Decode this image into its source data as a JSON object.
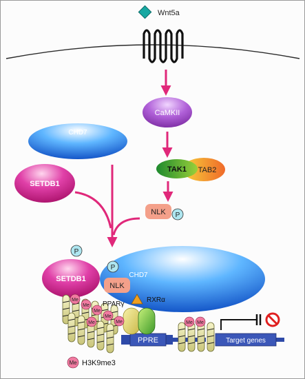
{
  "labels": {
    "wnt5a": "Wnt5a",
    "camkii": "CaMKII",
    "chd7_top": "CHD7",
    "setdb1_left": "SETDB1",
    "tak1": "TAK1",
    "tab2": "TAB2",
    "nlk_free": "NLK",
    "p_free": "P",
    "p_top": "P",
    "setdb1_complex": "SETDB1",
    "p_complex": "P",
    "chd7_complex": "CHD7",
    "nlk_complex": "NLK",
    "ppar": "PPARγ",
    "rxr": "RXRα",
    "me": "Me",
    "ppre": "PPRE",
    "target_genes": "Target genes",
    "legend_me": "Me",
    "legend_text": "H3K9me3"
  },
  "colors": {
    "arrow": "#e0287a",
    "membrane": "#2a2a2a",
    "wnt_diamond": "#17a8a2",
    "setdb1": "#d21f86",
    "chd7": "#1f6fd6",
    "camkii": "#9c3fc0",
    "tak1": "#2a9e3a",
    "tab2": "#f49a1a",
    "nlk": "#f4a08a",
    "phospho": "#aee6f0",
    "me_badge": "#f07aa0",
    "dna_blue": "#2e4aa8",
    "nucleosome": "#e8e6a2",
    "block_red": "#e02020"
  },
  "icons": [
    "wnt5a-diamond-icon",
    "receptor-icon",
    "inhibition-icon",
    "nucleosome-icon"
  ]
}
